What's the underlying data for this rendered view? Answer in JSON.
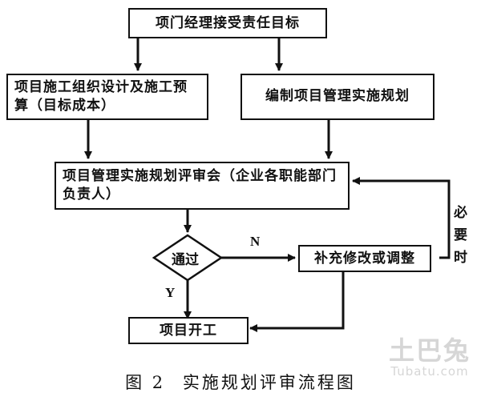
{
  "nodes": {
    "target": "项门经理接受责任目标",
    "design": "项目施工组织设计及施工预算（目标成本）",
    "plan": "编制项目管理实施规划",
    "review": "项目管理实施规划评审会（企业各职能部门负责人）",
    "decision": "通过",
    "revise": "补充修改或调整",
    "start": "项目开工"
  },
  "labels": {
    "no": "N",
    "yes": "Y",
    "when_needed": "必要时"
  },
  "caption": {
    "number": "图 2",
    "title": "实施规划评审流程图"
  },
  "watermark": {
    "cn": "土巴兔",
    "en": "Tubatu.com"
  }
}
